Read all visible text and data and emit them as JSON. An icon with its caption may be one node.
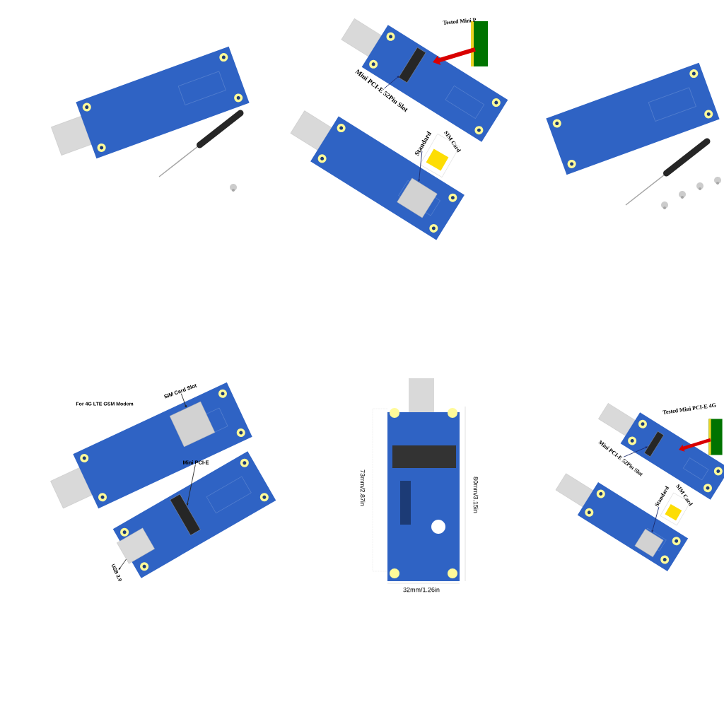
{
  "diagram": {
    "nodes": [
      {
        "text": [
          "Mini PCI-E 52Pin Slot"
        ]
      },
      {
        "text": [],
        "shape": "box"
      },
      {
        "text": [
          "Standard"
        ]
      },
      {
        "text": [],
        "shape": "box"
      },
      {
        "text": [
          "SIM Card Slot"
        ]
      },
      {
        "text": [],
        "shape": "box"
      },
      {
        "text": [
          "Mini PCI-E"
        ]
      },
      {
        "text": [],
        "shape": "box"
      },
      {
        "text": [],
        "shape": "box"
      },
      {
        "text": [
          "USB 2.0"
        ]
      },
      {
        "text": [
          "Mini PCI-E 52Pin Slot"
        ]
      },
      {
        "text": [],
        "shape": "box"
      },
      {
        "text": [
          "Standard"
        ]
      },
      {
        "text": [],
        "shape": "box"
      }
    ],
    "edges": [
      {
        "from": 0,
        "to": 1,
        "arrow": "to"
      },
      {
        "from": 2,
        "to": 3,
        "arrow": "to"
      },
      {
        "from": 4,
        "to": 5,
        "arrow": "to",
        "color": "#222222"
      },
      {
        "from": 6,
        "to": 7,
        "arrow": "to",
        "color": "#222222"
      },
      {
        "from": 8,
        "to": 9,
        "arrow": "to",
        "color": "#222222"
      },
      {
        "from": 10,
        "to": 11,
        "arrow": "to"
      },
      {
        "from": 12,
        "to": 13,
        "arrow": "to"
      }
    ],
    "labels": [
      "Tested Mini P",
      "SIM Card",
      "For 4G LTE GSM Modem",
      "73mm/2.87in",
      "80mm/3.15in",
      "32mm/1.26in",
      "Tested Mini PCI-E 4G",
      "SIM Card"
    ]
  }
}
